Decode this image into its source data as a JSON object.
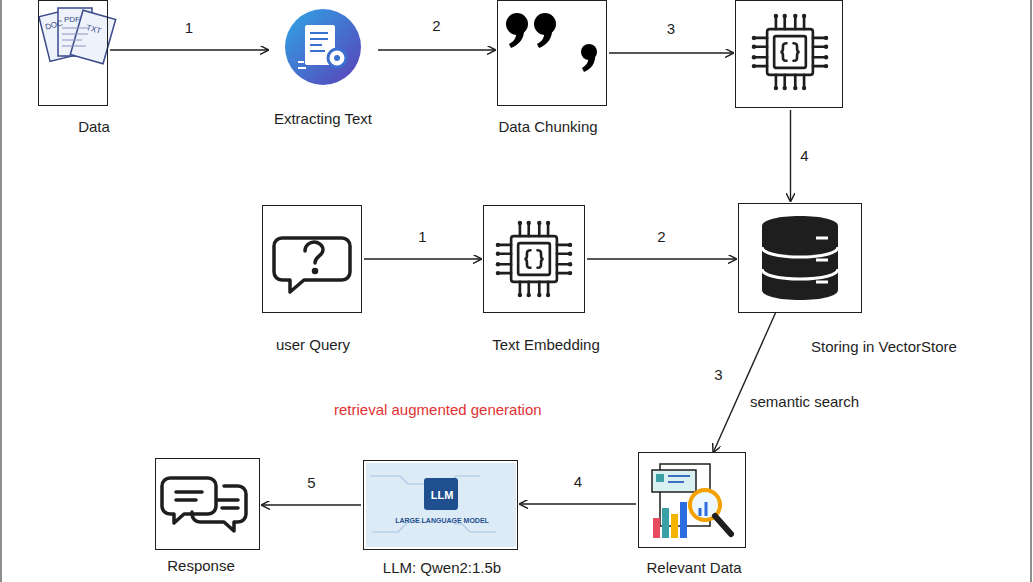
{
  "diagram": {
    "nodes": [
      {
        "text": [
          "Data"
        ]
      },
      {
        "text": [
          "Extracting Text"
        ]
      },
      {
        "text": [
          "Data Chunking"
        ]
      },
      {
        "text": []
      },
      {
        "text": [
          "user Query"
        ]
      },
      {
        "text": [
          "Text Embedding"
        ]
      },
      {
        "text": [
          "Storing in VectorStore"
        ]
      },
      {
        "text": [
          "Relevant Data"
        ]
      },
      {
        "text": [
          "LLM",
          "LARGE LANGUAGE MODEL",
          "LLM: Qwen2:1.5b"
        ]
      },
      {
        "text": [
          "Response"
        ]
      }
    ],
    "edges": [
      {
        "from": 0,
        "to": 1,
        "label": "1",
        "arrow": "to"
      },
      {
        "from": 1,
        "to": 2,
        "label": "2",
        "arrow": "to"
      },
      {
        "from": 2,
        "to": 3,
        "label": "3",
        "arrow": "to"
      },
      {
        "from": 3,
        "to": 6,
        "label": "4",
        "arrow": "to"
      },
      {
        "from": 4,
        "to": 5,
        "label": "1",
        "arrow": "to"
      },
      {
        "from": 5,
        "to": 6,
        "label": "2",
        "arrow": "to"
      },
      {
        "from": 6,
        "to": 7,
        "label": "3",
        "arrow": "to"
      },
      {
        "from": 7,
        "to": 8,
        "label": "4",
        "arrow": "to"
      },
      {
        "from": 8,
        "to": 9,
        "label": "5",
        "arrow": "to"
      }
    ],
    "labels": [
      "retrieval augmented generation",
      "semantic search",
      "DOC",
      "PDF",
      "TXT"
    ]
  }
}
